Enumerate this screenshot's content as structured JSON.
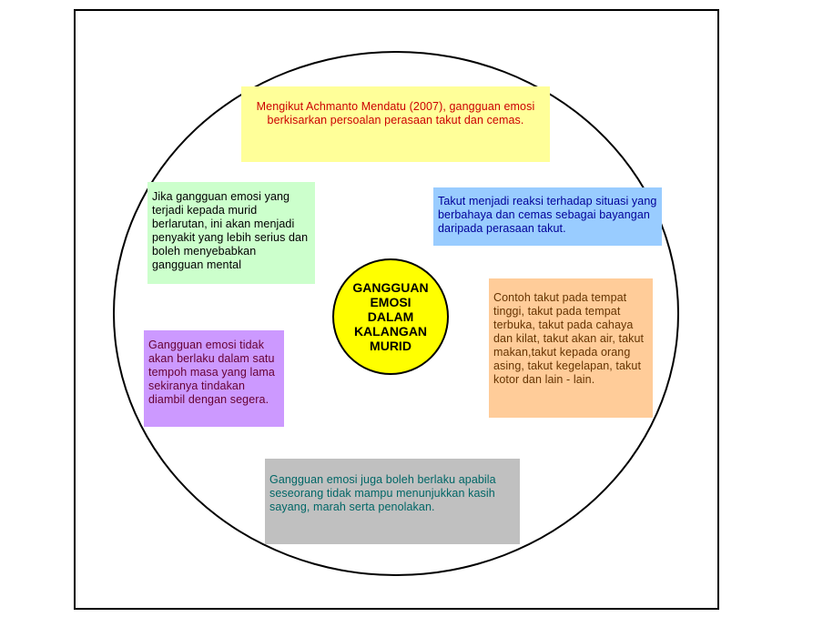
{
  "center": {
    "lines": [
      "GANGGUAN",
      "EMOSI",
      "DALAM",
      "KALANGAN",
      "MURID"
    ]
  },
  "boxes": {
    "top": "Mengikut Achmanto Mendatu (2007), gangguan emosi berkisarkan persoalan perasaan takut dan cemas.",
    "left_top": "Jika gangguan emosi yang terjadi kepada murid berlarutan, ini akan menjadi penyakit yang lebih serius dan boleh menyebabkan gangguan mental",
    "right_top": "Takut menjadi reaksi terhadap situasi yang berbahaya dan cemas sebagai bayangan daripada perasaan takut.",
    "right_bottom": "Contoh takut pada tempat tinggi, takut pada tempat terbuka, takut pada cahaya dan kilat, takut akan air, takut makan,takut kepada orang asing, takut kegelapan, takut kotor dan lain - lain.",
    "left_bottom": "Gangguan emosi tidak akan berlaku dalam satu tempoh masa yang lama sekiranya tindakan diambil dengan segera.",
    "bottom": "Gangguan emosi juga boleh berlaku apabila seseorang tidak mampu menunjukkan kasih sayang, marah serta penolakan."
  },
  "colors": {
    "center_fill": "#ffff00",
    "top_fill": "#ffff99",
    "left_top_fill": "#ccffcc",
    "right_top_fill": "#99ccff",
    "right_bottom_fill": "#ffcc99",
    "left_bottom_fill": "#cc99ff",
    "bottom_fill": "#c0c0c0"
  }
}
